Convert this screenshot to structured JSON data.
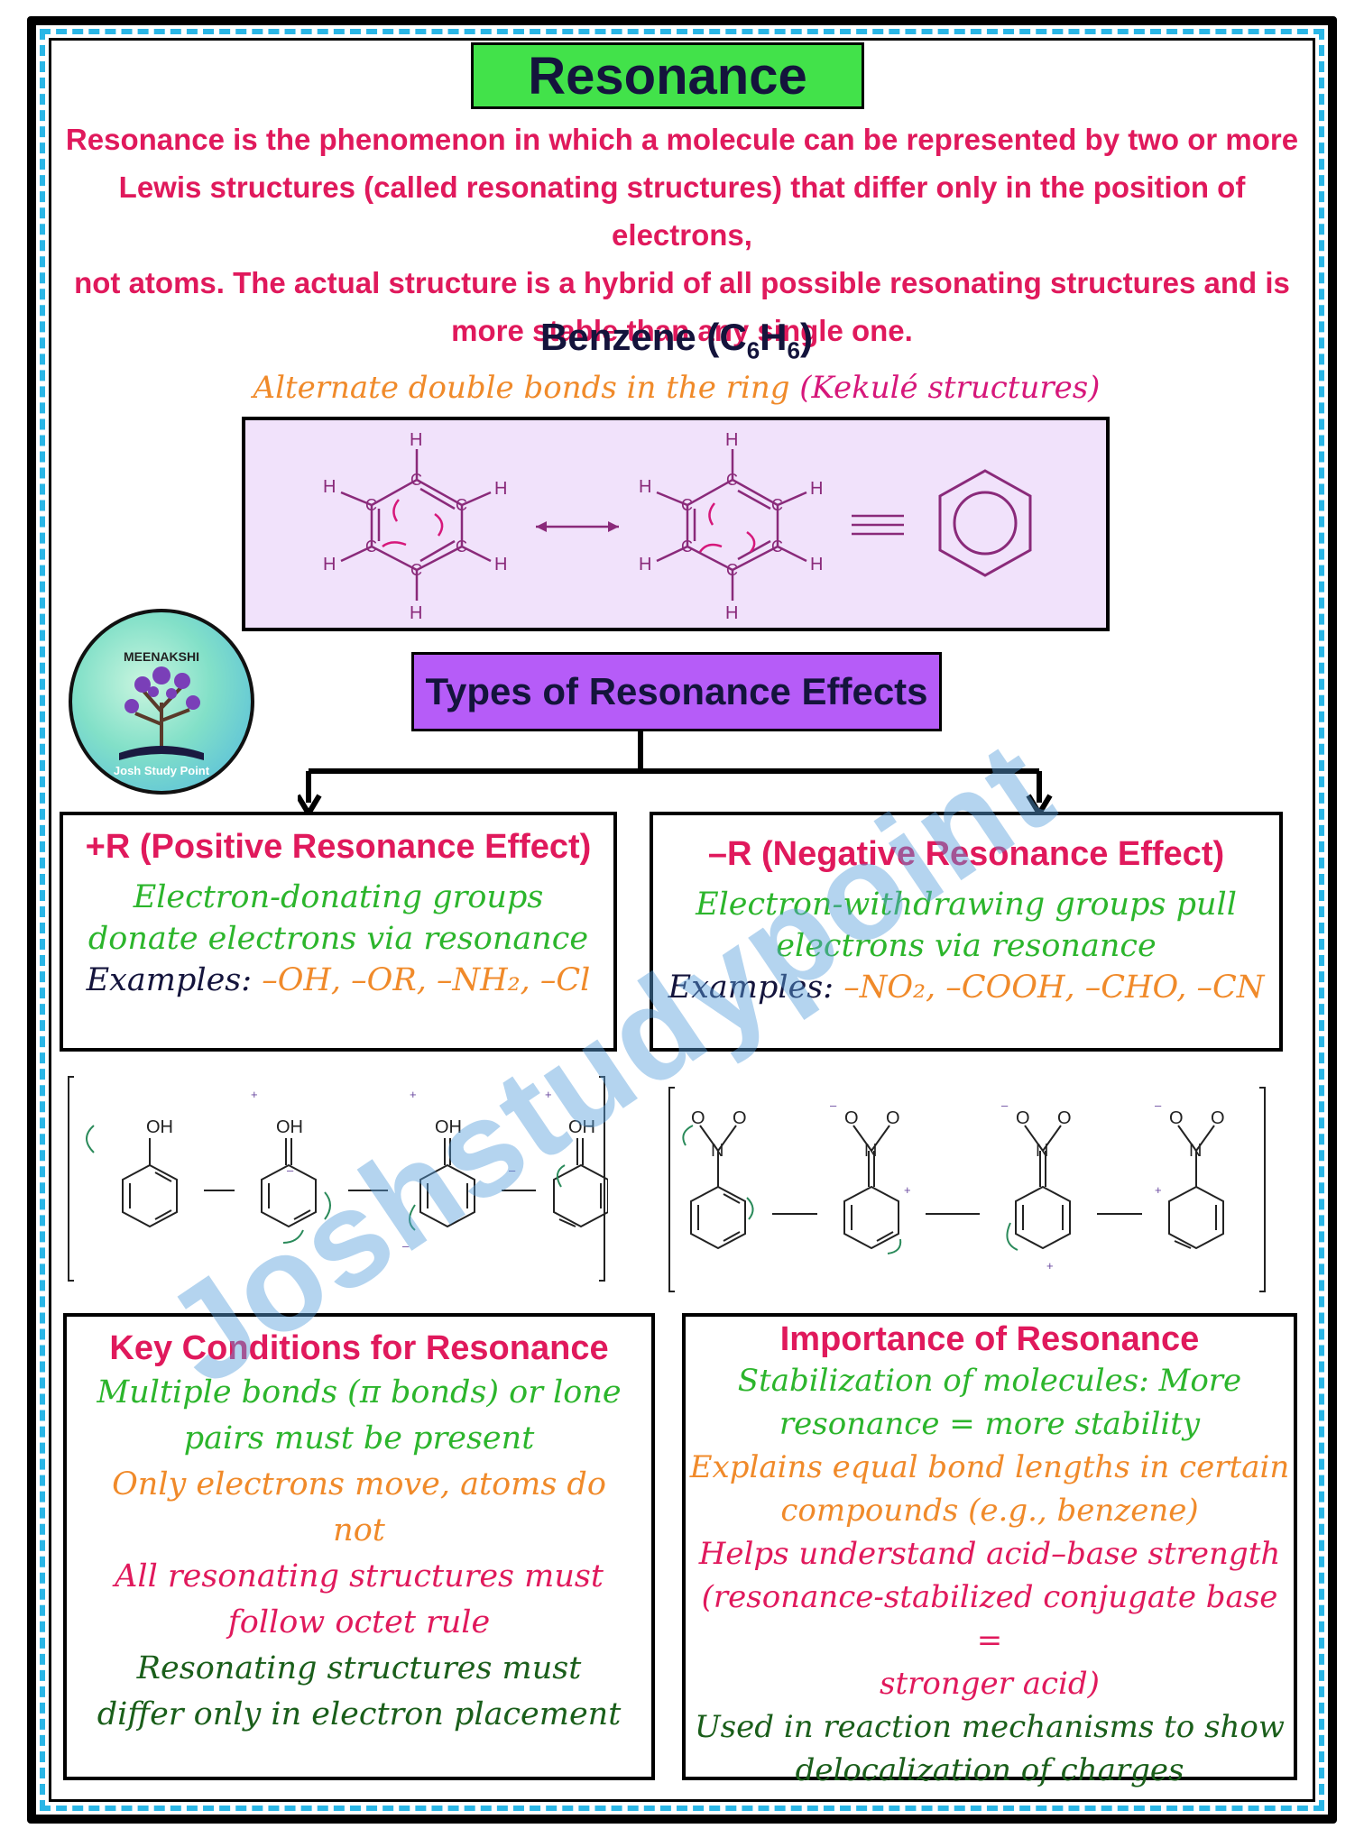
{
  "title": "Resonance",
  "definition": [
    "Resonance is the phenomenon in which a molecule can be represented by two or more",
    "Lewis structures (called resonating structures) that differ only in the position of electrons,",
    "not atoms. The actual structure is a hybrid of all possible resonating structures and is",
    "more stable than any single one."
  ],
  "benzene": {
    "title_main": "Benzene (C",
    "sub1": "6",
    "h": "H",
    "sub2": "6",
    "close": ")",
    "subtitle_orange": "Alternate double bonds in the ring",
    "subtitle_pink": "(Kekulé structures)",
    "atom_c": "C",
    "atom_h": "H"
  },
  "types_title": "Types of Resonance Effects",
  "plus_r": {
    "title": "+R (Positive Resonance Effect)",
    "line1": "Electron-donating groups",
    "line2": "donate electrons via resonance",
    "examples_label": "Examples:",
    "examples_value": "–OH, –OR, –NH₂, –Cl"
  },
  "minus_r": {
    "title": "–R (Negative Resonance Effect)",
    "line1": "Electron-withdrawing groups pull",
    "line2": "electrons via resonance",
    "examples_label": "Examples:",
    "examples_value": "–NO₂, –COOH, –CHO, –CN"
  },
  "phenol_structs": {
    "oh": "OH",
    "plus": "+",
    "minus": "–"
  },
  "nitro_structs": {
    "n": "N",
    "o": "O",
    "plus": "+",
    "minus": "–"
  },
  "key_conditions": {
    "title": "Key Conditions for Resonance",
    "c1a": "Multiple bonds (π bonds) or lone",
    "c1b": "pairs must be present",
    "c2a": "Only electrons move, atoms do",
    "c2b": "not",
    "c3a": "All resonating structures must",
    "c3b": "follow octet rule",
    "c4a": "Resonating structures must",
    "c4b": "differ only in electron placement"
  },
  "importance": {
    "title": "Importance of Resonance",
    "i1a": "Stabilization of molecules: More",
    "i1b": "resonance = more stability",
    "i2a": "Explains equal bond lengths in certain",
    "i2b": "compounds (e.g., benzene)",
    "i3a": "Helps understand acid–base strength",
    "i3b": "(resonance-stabilized conjugate base =",
    "i3c": "stronger acid)",
    "i4a": "Used in reaction mechanisms to show",
    "i4b": "delocalization of charges"
  },
  "logo": {
    "top_text": "MEENAKSHI",
    "bottom_text": "Josh Study Point"
  },
  "watermark": "Joshstudypoint",
  "colors": {
    "green_header": "#42e24a",
    "purple_header": "#b65cf8",
    "benzene_bg": "#f1e2fb",
    "border_dash": "#2ab6e6",
    "magenta": "#e0195c"
  }
}
